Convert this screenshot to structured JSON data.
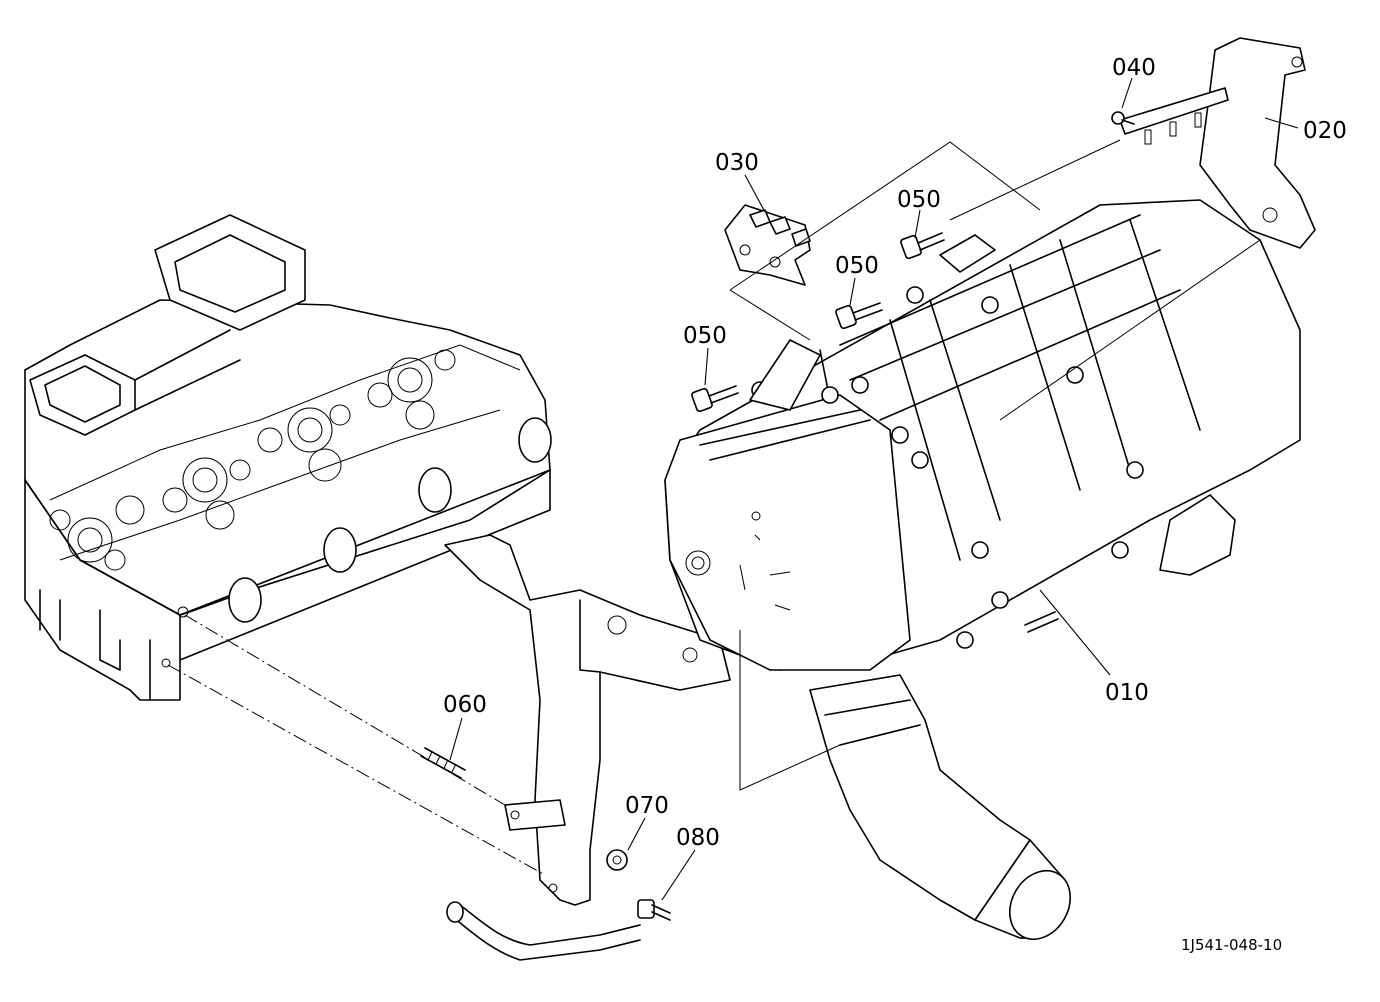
{
  "diagram": {
    "drawing_number": "1J541-048-10",
    "callouts": [
      {
        "id": "010",
        "label": "010"
      },
      {
        "id": "020",
        "label": "020"
      },
      {
        "id": "030",
        "label": "030"
      },
      {
        "id": "040",
        "label": "040"
      },
      {
        "id": "050a",
        "label": "050"
      },
      {
        "id": "050b",
        "label": "050"
      },
      {
        "id": "050c",
        "label": "050"
      },
      {
        "id": "060",
        "label": "060"
      },
      {
        "id": "070",
        "label": "070"
      },
      {
        "id": "080",
        "label": "080"
      }
    ]
  }
}
